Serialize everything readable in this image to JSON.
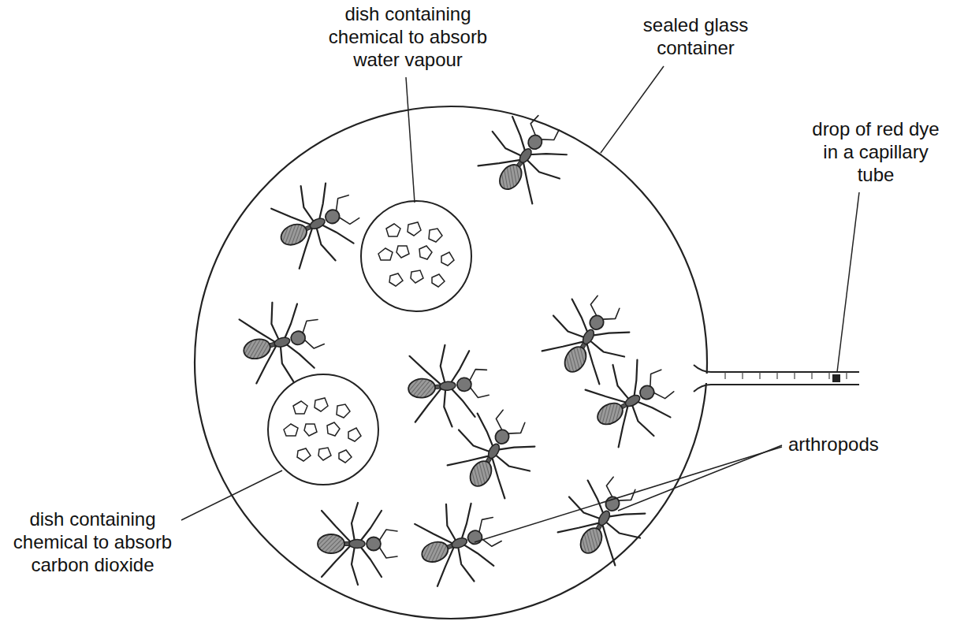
{
  "diagram": {
    "labels": [
      "dish containing chemical to absorb water vapour",
      "sealed glass container",
      "drop of red dye in a capillary tube",
      "arthropods",
      "dish containing chemical to absorb carbon dioxide"
    ]
  }
}
